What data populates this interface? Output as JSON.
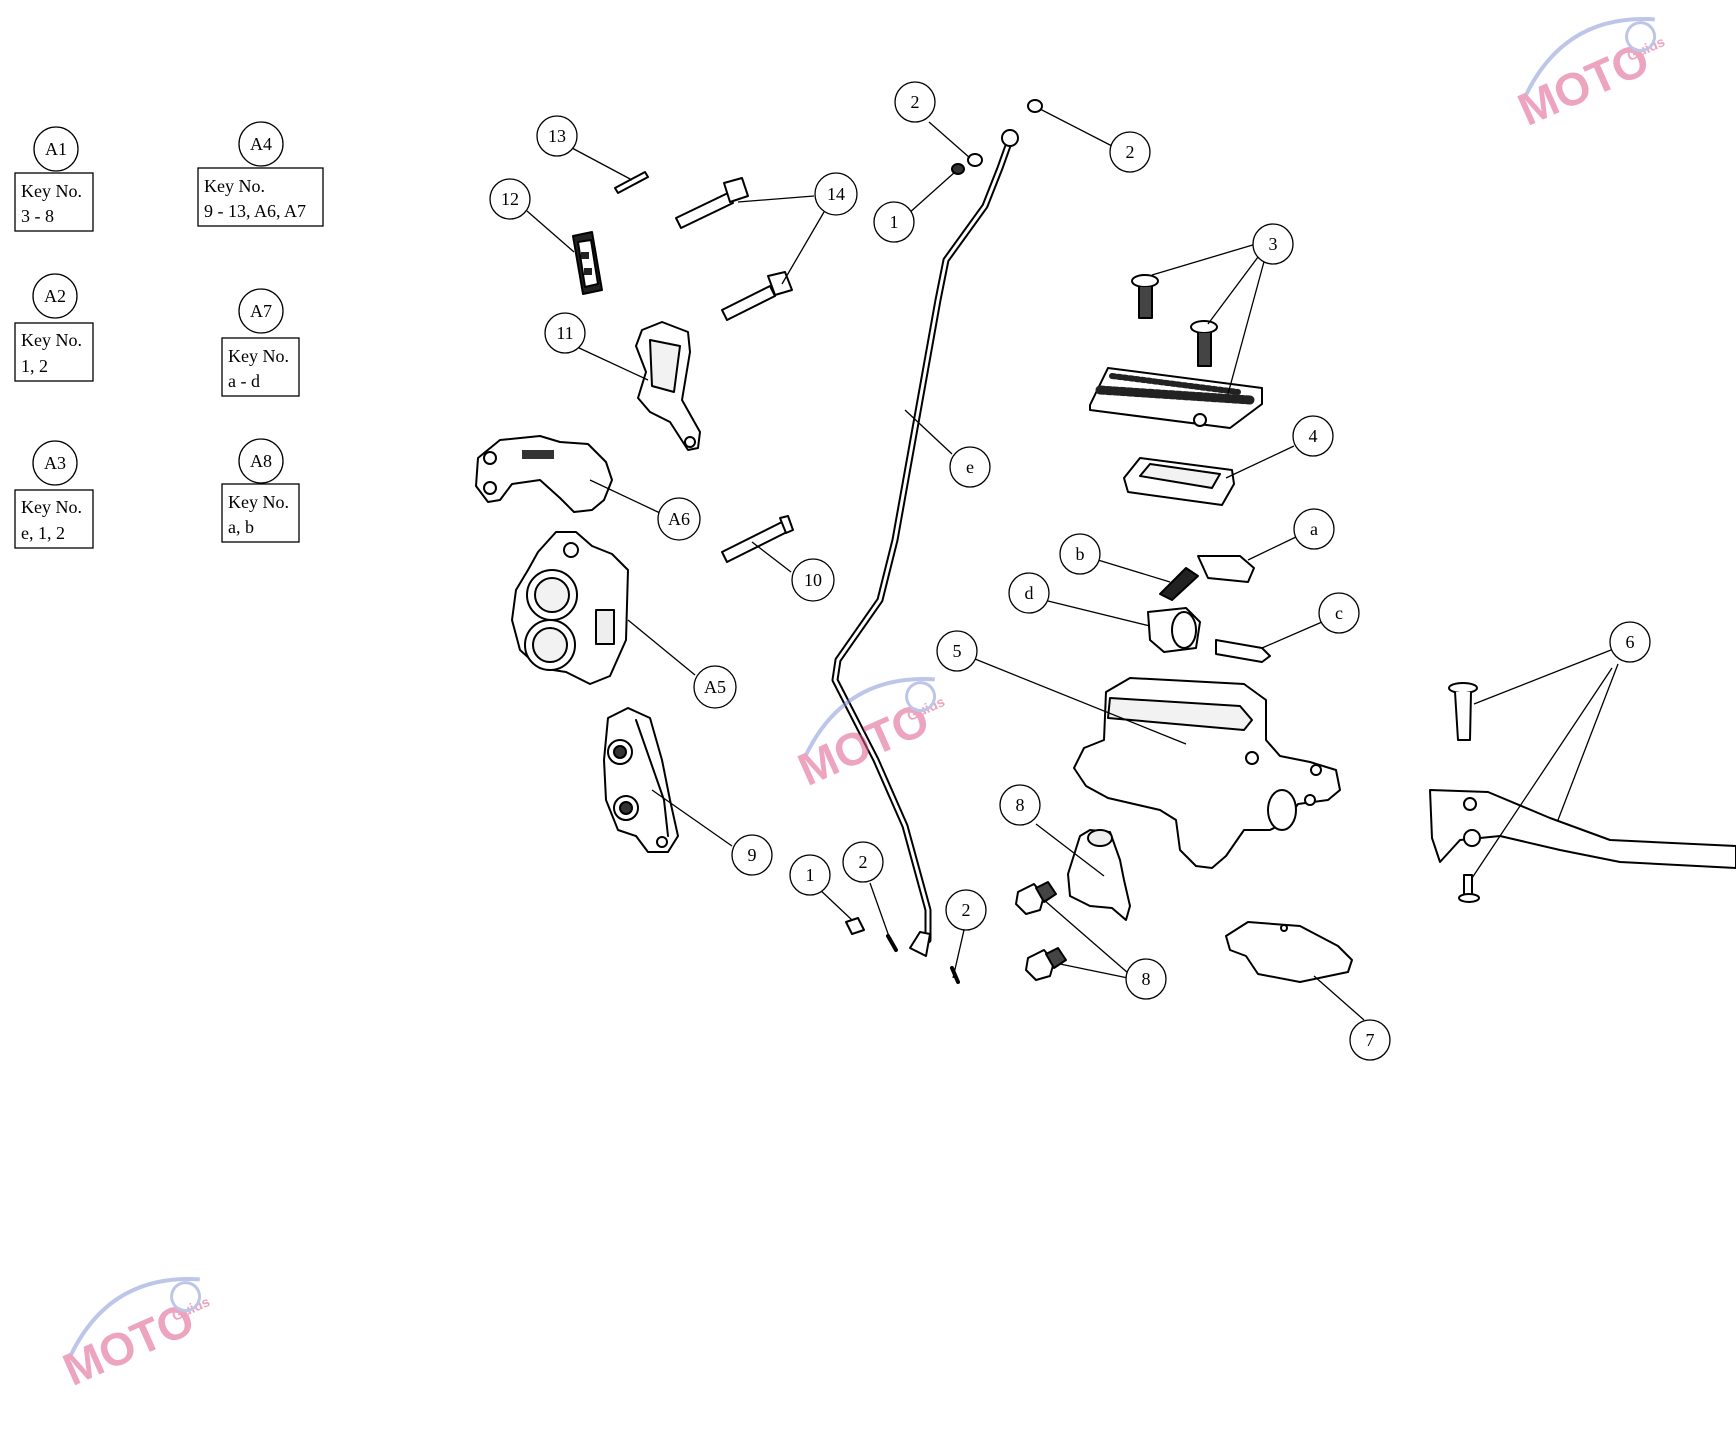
{
  "legend": [
    {
      "id": "A1",
      "line1": "Key No.",
      "line2": "3 - 8"
    },
    {
      "id": "A2",
      "line1": "Key No.",
      "line2": "1, 2"
    },
    {
      "id": "A3",
      "line1": "Key No.",
      "line2": "e, 1, 2"
    },
    {
      "id": "A4",
      "line1": "Key No.",
      "line2": "9 - 13, A6, A7"
    },
    {
      "id": "A7",
      "line1": "Key No.",
      "line2": "a - d"
    },
    {
      "id": "A8",
      "line1": "Key No.",
      "line2": "a, b"
    }
  ],
  "callouts": {
    "c13": "13",
    "c12": "12",
    "c14": "14",
    "c11": "11",
    "cA6": "A6",
    "c10": "10",
    "cA5": "A5",
    "c9": "9",
    "c2a": "2",
    "c1a": "1",
    "c2b": "2",
    "ce": "e",
    "c1b": "1",
    "c2c": "2",
    "c2d": "2",
    "c3": "3",
    "c4": "4",
    "ca": "a",
    "cb": "b",
    "cd": "d",
    "cc": "c",
    "c5": "5",
    "c6": "6",
    "c8a": "8",
    "c8b": "8",
    "c7": "7"
  },
  "watermark": {
    "brand": "MOTO",
    "sub": "Guids",
    "color_pink": "#e05a8a",
    "color_blue": "#8899d8"
  }
}
